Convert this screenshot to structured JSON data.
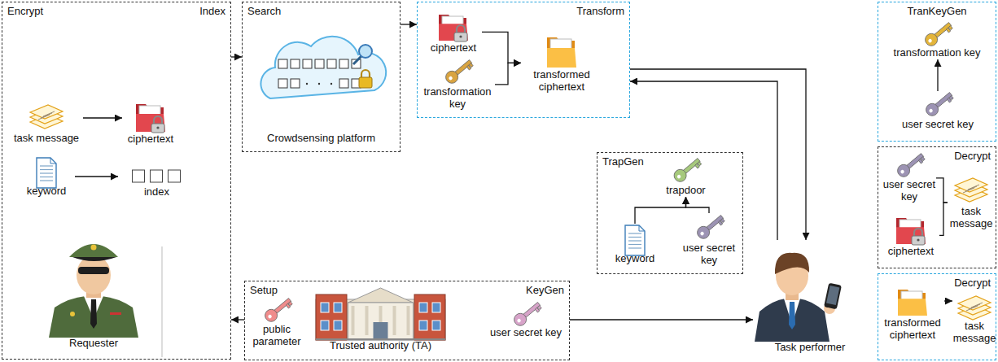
{
  "diagram": {
    "nodes": [
      {
        "text": [
          "Encrypt",
          "Index"
        ]
      },
      {
        "text": [
          "task message"
        ],
        "in": 0
      },
      {
        "text": [
          "ciphertext"
        ],
        "in": 0
      },
      {
        "text": [
          "keyword"
        ],
        "in": 0
      },
      {
        "text": [
          "index"
        ],
        "in": 0
      },
      {
        "text": [
          "Requester"
        ],
        "in": 0
      },
      {
        "text": [
          "Search",
          "Crowdsensing platform"
        ]
      },
      {
        "text": [
          "Transform"
        ]
      },
      {
        "text": [
          "ciphertext"
        ],
        "in": 7
      },
      {
        "text": [
          "transformation key"
        ],
        "in": 7
      },
      {
        "text": [
          "transformed ciphertext"
        ],
        "in": 7
      },
      {
        "text": [
          "TranKeyGen"
        ]
      },
      {
        "text": [
          "transformation key"
        ],
        "in": 11
      },
      {
        "text": [
          "user secret key"
        ],
        "in": 11
      },
      {
        "text": [
          "TrapGen"
        ]
      },
      {
        "text": [
          "trapdoor"
        ],
        "in": 14
      },
      {
        "text": [
          "keyword"
        ],
        "in": 14
      },
      {
        "text": [
          "user secret key"
        ],
        "in": 14
      },
      {
        "text": [
          "Decrypt"
        ]
      },
      {
        "text": [
          "user secret key"
        ],
        "in": 18
      },
      {
        "text": [
          "ciphertext"
        ],
        "in": 18
      },
      {
        "text": [
          "task message"
        ],
        "in": 18
      },
      {
        "text": [
          "Setup",
          "KeyGen"
        ]
      },
      {
        "text": [
          "public parameter"
        ],
        "in": 22
      },
      {
        "text": [
          "Trusted authority (TA)"
        ],
        "in": 22
      },
      {
        "text": [
          "user secret key"
        ],
        "in": 22
      },
      {
        "text": [
          "Task performer"
        ]
      },
      {
        "text": [
          "Decrypt"
        ]
      },
      {
        "text": [
          "transformed ciphertext"
        ],
        "in": 27
      },
      {
        "text": [
          "task message"
        ],
        "in": 27
      }
    ],
    "edges": [
      {
        "from": 0,
        "to": 6,
        "arrow": "to"
      },
      {
        "from": 6,
        "to": 7,
        "arrow": "to"
      },
      {
        "from": 7,
        "to": 26,
        "arrow": "to"
      },
      {
        "from": 26,
        "to": 7,
        "arrow": "to"
      },
      {
        "from": 22,
        "to": 0,
        "arrow": "to"
      },
      {
        "from": 22,
        "to": 26,
        "arrow": "to"
      },
      {
        "from": 1,
        "to": 2,
        "arrow": "to"
      },
      {
        "from": 3,
        "to": 4,
        "arrow": "to"
      },
      {
        "from": 8,
        "to": 10,
        "arrow": "to"
      },
      {
        "from": 9,
        "to": 10,
        "arrow": "to"
      },
      {
        "from": 13,
        "to": 12,
        "arrow": "to"
      },
      {
        "from": 16,
        "to": 15,
        "arrow": "to"
      },
      {
        "from": 17,
        "to": 15,
        "arrow": "to"
      },
      {
        "from": 19,
        "to": 21,
        "arrow": "none"
      },
      {
        "from": 20,
        "to": 21,
        "arrow": "none"
      },
      {
        "from": 28,
        "to": 29,
        "arrow": "to"
      }
    ]
  }
}
